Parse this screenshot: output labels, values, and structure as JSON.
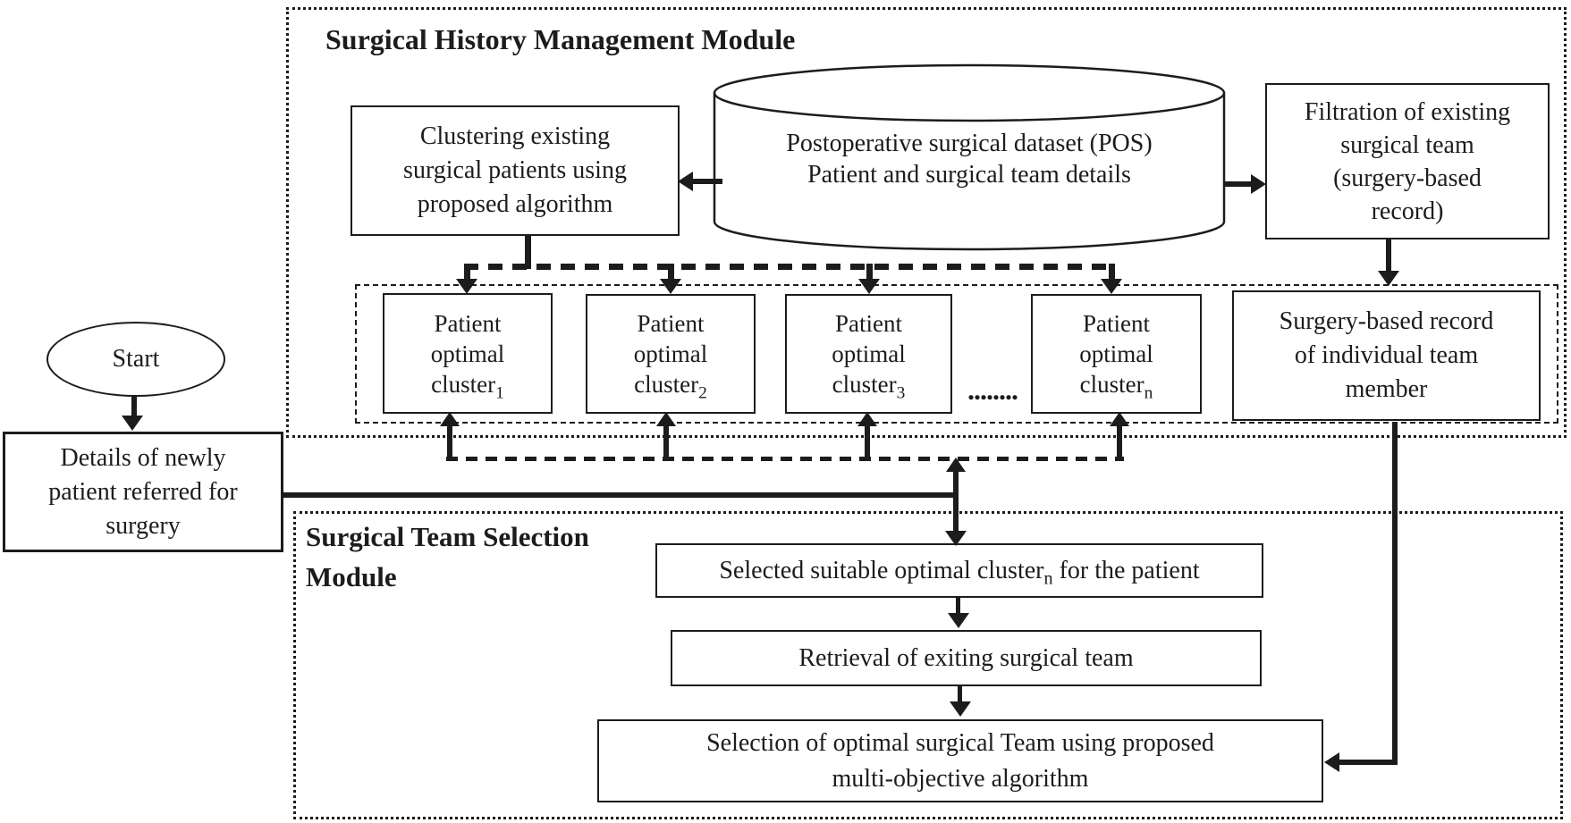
{
  "colors": {
    "ink": "#1c1c1c",
    "paper": "#ffffff"
  },
  "history_module": {
    "title": "Surgical History Management Module",
    "clustering_box": {
      "lines": [
        "Clustering existing",
        "surgical patients using",
        "proposed algorithm"
      ]
    },
    "database_cylinder": {
      "lines": [
        "Postoperative surgical dataset (POS)",
        "Patient and surgical team details"
      ]
    },
    "filtration_box": {
      "lines": [
        "Filtration of existing",
        "surgical team",
        "(surgery-based",
        "record)"
      ]
    },
    "cluster_boxes": [
      {
        "l1": "Patient",
        "l2": "optimal",
        "l3": "cluster",
        "sub": "1"
      },
      {
        "l1": "Patient",
        "l2": "optimal",
        "l3": "cluster",
        "sub": "2"
      },
      {
        "l1": "Patient",
        "l2": "optimal",
        "l3": "cluster",
        "sub": "3"
      },
      {
        "l1": "Patient",
        "l2": "optimal",
        "l3": "cluster",
        "sub": "n"
      }
    ],
    "cluster_ellipsis": "........",
    "surgery_record_box": {
      "lines": [
        "Surgery-based record",
        "of individual team",
        "member"
      ]
    }
  },
  "flow_start": {
    "start_label": "Start",
    "details_box": {
      "lines": [
        "Details of newly",
        "patient referred for",
        "surgery"
      ]
    }
  },
  "team_module": {
    "title_lines": [
      "Surgical Team Selection",
      "Module"
    ],
    "selected_box": {
      "before": "Selected suitable optimal cluster",
      "sub": "n",
      "after": " for the patient"
    },
    "retrieval_box": "Retrieval of exiting surgical team",
    "selection_box": {
      "lines": [
        "Selection of optimal surgical Team using proposed",
        "multi-objective algorithm"
      ]
    }
  }
}
